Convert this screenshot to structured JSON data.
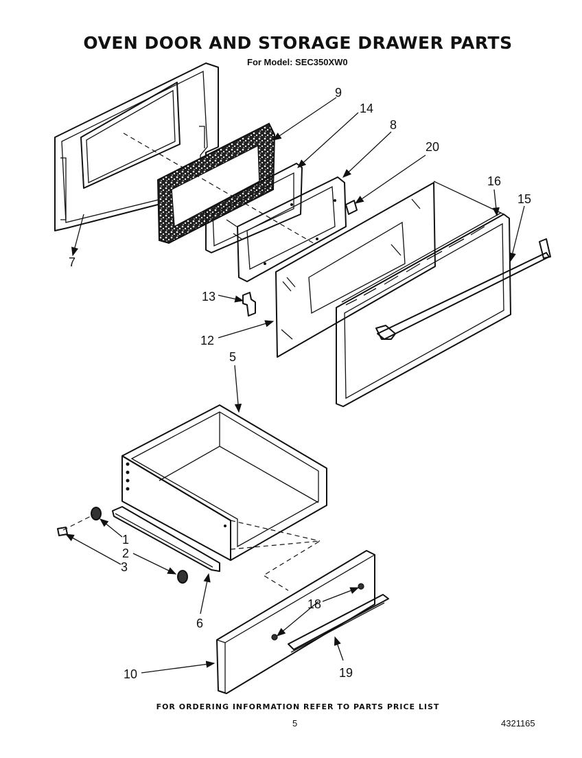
{
  "header": {
    "title": "OVEN DOOR AND STORAGE DRAWER PARTS",
    "model_line": "For Model: SEC350XW0"
  },
  "callouts": [
    "1",
    "2",
    "3",
    "5",
    "6",
    "7",
    "8",
    "9",
    "10",
    "12",
    "13",
    "14",
    "15",
    "16",
    "18",
    "19",
    "20"
  ],
  "footer": {
    "note": "FOR ORDERING INFORMATION REFER TO PARTS PRICE LIST",
    "page_number": "5",
    "document_number": "4321165"
  }
}
